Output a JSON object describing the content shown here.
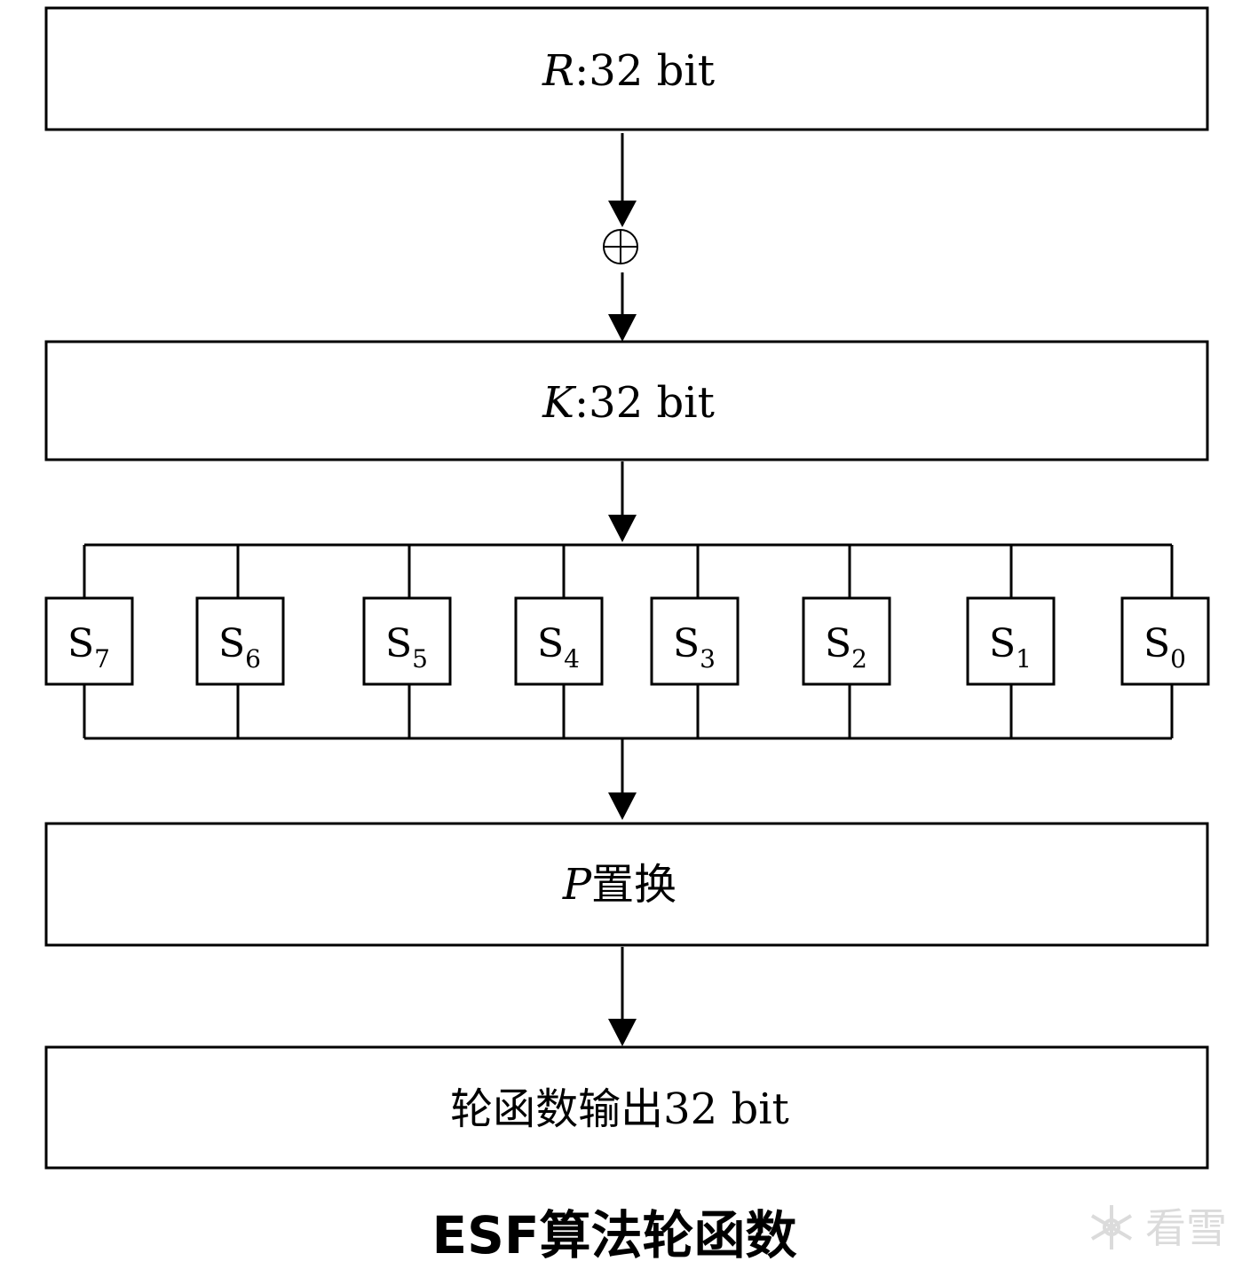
{
  "blocks": {
    "r_block": {
      "var": "R",
      "rest": ":32 bit"
    },
    "k_block": {
      "var": "K",
      "rest": ":32 bit"
    },
    "p_block": {
      "var": "P",
      "rest": "置换"
    },
    "out_block": {
      "text": "轮函数输出32 bit"
    }
  },
  "xor_symbol": "⊕",
  "sboxes": [
    {
      "label": "S",
      "sub": "7"
    },
    {
      "label": "S",
      "sub": "6"
    },
    {
      "label": "S",
      "sub": "5"
    },
    {
      "label": "S",
      "sub": "4"
    },
    {
      "label": "S",
      "sub": "3"
    },
    {
      "label": "S",
      "sub": "2"
    },
    {
      "label": "S",
      "sub": "1"
    },
    {
      "label": "S",
      "sub": "0"
    }
  ],
  "caption": "ESF算法轮函数",
  "watermark": {
    "text": "看雪",
    "icon": "snowflake-icon"
  },
  "colors": {
    "line": "#000000",
    "background": "#ffffff",
    "watermark": "#d8d8d8"
  }
}
